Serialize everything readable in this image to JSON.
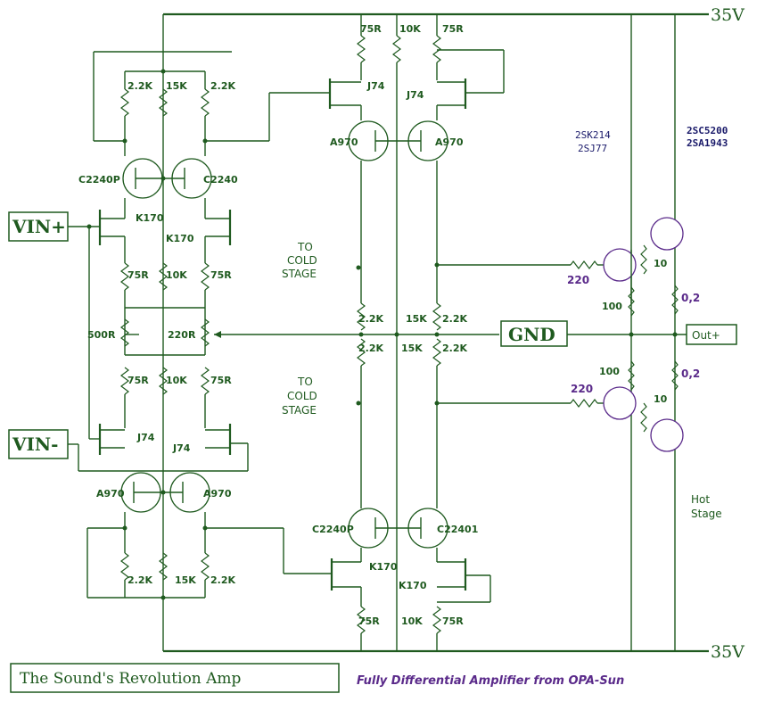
{
  "rails": {
    "top": "35V",
    "bottom": "35V"
  },
  "inputs": {
    "plus": "VIN+",
    "minus": "VIN-"
  },
  "gnd": "GND",
  "output": "Out+",
  "stage_labels": {
    "cold_upper": [
      "TO",
      "COLD",
      "STAGE"
    ],
    "cold_lower": [
      "TO",
      "COLD",
      "STAGE"
    ],
    "hot": [
      "Hot",
      "Stage"
    ]
  },
  "resistors": {
    "r_22k_a": "2.2K",
    "r_15k_a": "15K",
    "r_22k_b": "2.2K",
    "r_75r_a": "75R",
    "r_10k_a": "10K",
    "r_75r_b": "75R",
    "r_500r": "500R",
    "r_220r": "220R",
    "r_75r_c": "75R",
    "r_10k_b": "10K",
    "r_75r_d": "75R",
    "r_22k_c": "2.2K",
    "r_15k_b": "15K",
    "r_22k_d": "2.2K",
    "r_75r_top1": "75R",
    "r_10k_top": "10K",
    "r_75r_top2": "75R",
    "r_22k_m1": "2.2K",
    "r_15k_m1": "15K",
    "r_22k_m2": "2.2K",
    "r_22k_m3": "2.2K",
    "r_15k_m2": "15K",
    "r_22k_m4": "2.2K",
    "r_75r_bot1": "75R",
    "r_10k_bot": "10K",
    "r_75r_bot2": "75R",
    "r_220_up": "220",
    "r_220_dn": "220",
    "r_100_up": "100",
    "r_100_dn": "100",
    "r_10_up": "10",
    "r_10_dn": "10",
    "r_02_up": "0,2",
    "r_02_dn": "0,2"
  },
  "transistors": {
    "c2240_l1": "C2240P",
    "c2240_l2": "C2240",
    "k170_l1": "K170",
    "k170_l2": "K170",
    "j74_l1": "J74",
    "j74_l2": "J74",
    "a970_l1": "A970",
    "a970_l2": "A970",
    "j74_t1": "J74",
    "j74_t2": "J74",
    "a970_t1": "A970",
    "a970_t2": "A970",
    "c2240_b1": "C2240P",
    "c2240_b2": "C22401",
    "k170_b1": "K170",
    "k170_b2": "K170",
    "mosfet_types": [
      "2SK214",
      "2SJ77"
    ],
    "bjt_types": [
      "2SC5200",
      "2SA1943"
    ]
  },
  "footer": {
    "left": "The Sound's Revolution Amp",
    "right": "Fully Differential Amplifier from OPA-Sun"
  }
}
